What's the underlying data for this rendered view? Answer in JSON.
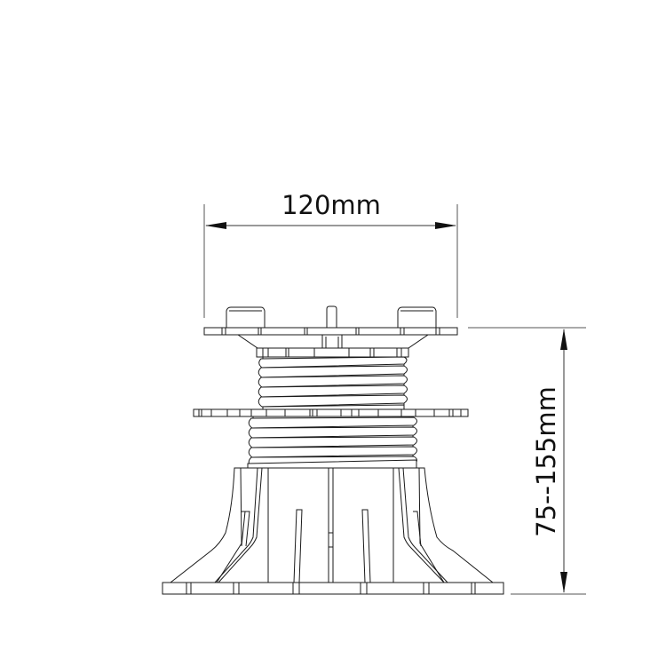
{
  "drawing": {
    "subject": "adjustable pedestal",
    "width_dimension": {
      "label": "120mm",
      "value_mm": 120
    },
    "height_dimension": {
      "label": "75--155mm",
      "min_mm": 75,
      "max_mm": 155
    }
  },
  "colors": {
    "line": "#1a1a1a",
    "background": "#ffffff"
  }
}
